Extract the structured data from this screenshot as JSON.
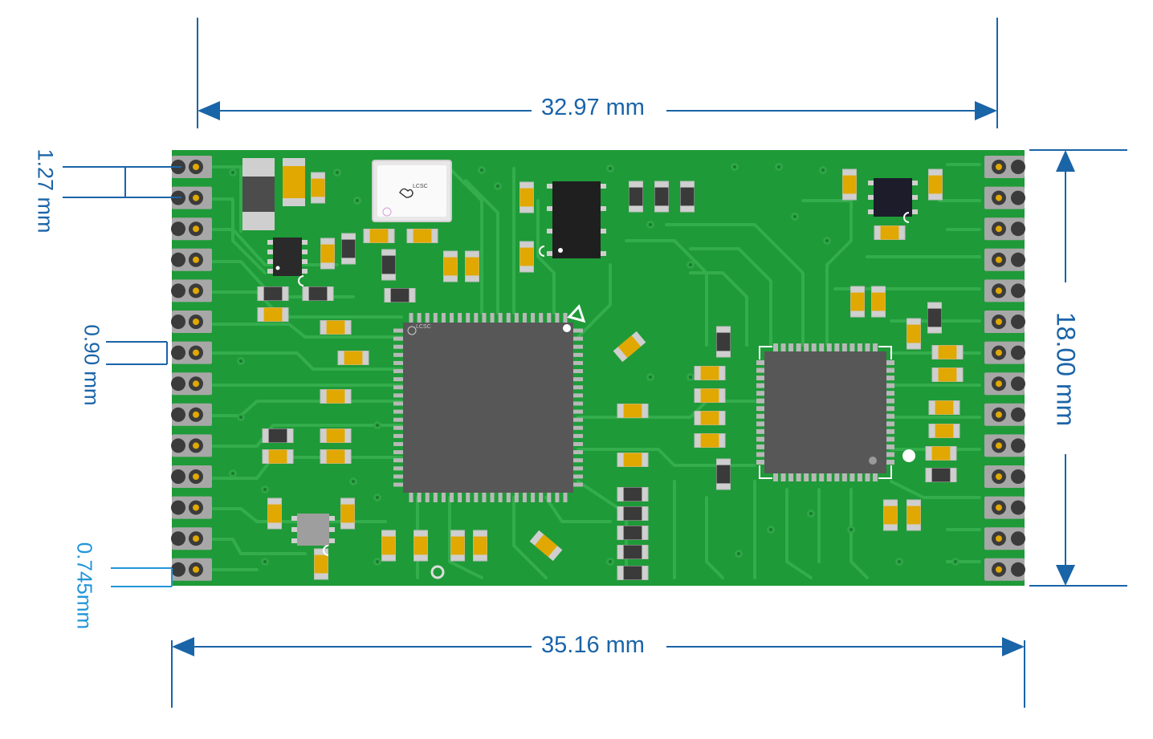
{
  "dimensions": {
    "top_width": "32.97 mm",
    "bottom_width": "35.16 mm",
    "height": "18.00 mm",
    "pin_pitch": "1.27 mm",
    "pad_width": "0.90 mm",
    "edge_offset": "0.745mm"
  },
  "components": {
    "mcu_marking": "LCSC",
    "crystal_marking": "LCSC"
  },
  "colors": {
    "pcb_green": "#1f9a38",
    "trace_green": "#34ad4c",
    "pad_gold": "#e0a800",
    "chip_gray": "#575757",
    "dim_dark_blue": "#1a64a8",
    "dim_light_blue": "#2196d8"
  }
}
